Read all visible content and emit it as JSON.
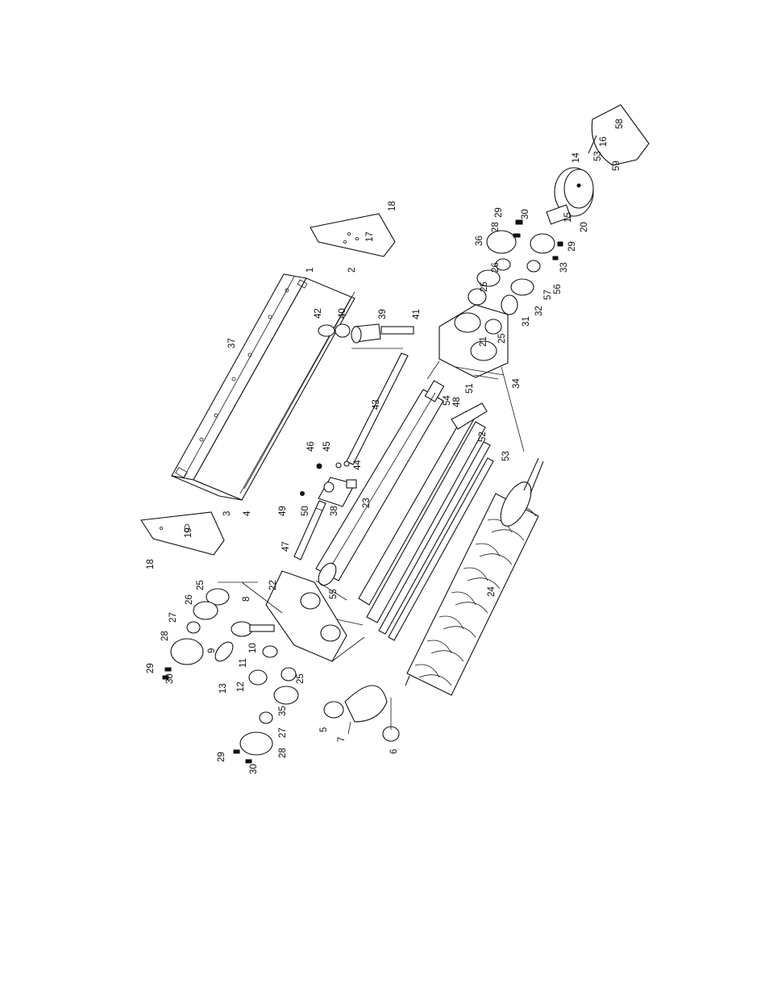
{
  "callouts": [
    {
      "id": "1",
      "text": "1"
    },
    {
      "id": "2",
      "text": "2"
    },
    {
      "id": "3",
      "text": "3"
    },
    {
      "id": "4",
      "text": "4"
    },
    {
      "id": "5",
      "text": "5"
    },
    {
      "id": "6",
      "text": "6"
    },
    {
      "id": "7",
      "text": "7"
    },
    {
      "id": "8",
      "text": "8"
    },
    {
      "id": "9",
      "text": "9"
    },
    {
      "id": "10",
      "text": "10"
    },
    {
      "id": "11",
      "text": "11"
    },
    {
      "id": "12",
      "text": "12"
    },
    {
      "id": "13",
      "text": "13"
    },
    {
      "id": "14",
      "text": "14"
    },
    {
      "id": "15",
      "text": "15"
    },
    {
      "id": "16",
      "text": "16"
    },
    {
      "id": "17",
      "text": "17"
    },
    {
      "id": "18a",
      "text": "18"
    },
    {
      "id": "18b",
      "text": "18"
    },
    {
      "id": "19",
      "text": "19"
    },
    {
      "id": "20",
      "text": "20"
    },
    {
      "id": "21",
      "text": "21"
    },
    {
      "id": "22",
      "text": "22"
    },
    {
      "id": "23",
      "text": "23"
    },
    {
      "id": "24",
      "text": "24"
    },
    {
      "id": "25a",
      "text": "25"
    },
    {
      "id": "25b",
      "text": "25"
    },
    {
      "id": "25c",
      "text": "25"
    },
    {
      "id": "25d",
      "text": "25"
    },
    {
      "id": "26a",
      "text": "26"
    },
    {
      "id": "26b",
      "text": "26"
    },
    {
      "id": "27a",
      "text": "27"
    },
    {
      "id": "27b",
      "text": "27"
    },
    {
      "id": "28a",
      "text": "28"
    },
    {
      "id": "28b",
      "text": "28"
    },
    {
      "id": "28c",
      "text": "28"
    },
    {
      "id": "29a",
      "text": "29"
    },
    {
      "id": "29b",
      "text": "29"
    },
    {
      "id": "29c",
      "text": "29"
    },
    {
      "id": "29d",
      "text": "29"
    },
    {
      "id": "30a",
      "text": "30"
    },
    {
      "id": "30b",
      "text": "30"
    },
    {
      "id": "30c",
      "text": "30"
    },
    {
      "id": "31",
      "text": "31"
    },
    {
      "id": "32",
      "text": "32"
    },
    {
      "id": "33",
      "text": "33"
    },
    {
      "id": "34",
      "text": "34"
    },
    {
      "id": "35",
      "text": "35"
    },
    {
      "id": "36",
      "text": "36"
    },
    {
      "id": "37",
      "text": "37"
    },
    {
      "id": "38",
      "text": "38"
    },
    {
      "id": "39",
      "text": "39"
    },
    {
      "id": "40",
      "text": "40"
    },
    {
      "id": "41",
      "text": "41"
    },
    {
      "id": "42",
      "text": "42"
    },
    {
      "id": "43",
      "text": "43"
    },
    {
      "id": "44",
      "text": "44"
    },
    {
      "id": "45",
      "text": "45"
    },
    {
      "id": "46",
      "text": "46"
    },
    {
      "id": "47",
      "text": "47"
    },
    {
      "id": "48",
      "text": "48"
    },
    {
      "id": "49",
      "text": "49"
    },
    {
      "id": "50",
      "text": "50"
    },
    {
      "id": "51",
      "text": "51"
    },
    {
      "id": "52",
      "text": "52"
    },
    {
      "id": "53a",
      "text": "53"
    },
    {
      "id": "53b",
      "text": "53"
    },
    {
      "id": "54",
      "text": "54"
    },
    {
      "id": "55",
      "text": "55"
    },
    {
      "id": "56",
      "text": "56"
    },
    {
      "id": "57",
      "text": "57"
    },
    {
      "id": "58",
      "text": "58"
    },
    {
      "id": "59",
      "text": "59"
    }
  ]
}
